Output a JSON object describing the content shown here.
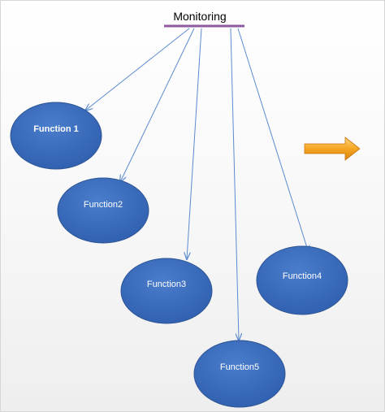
{
  "diagram": {
    "title": "Monitoring",
    "nodes": [
      {
        "id": "f1",
        "label": "Function 1"
      },
      {
        "id": "f2",
        "label": "Function2"
      },
      {
        "id": "f3",
        "label": "Function3"
      },
      {
        "id": "f4",
        "label": "Function4"
      },
      {
        "id": "f5",
        "label": "Function5"
      }
    ],
    "edges": [
      {
        "from": "Monitoring",
        "to": "f1"
      },
      {
        "from": "Monitoring",
        "to": "f2"
      },
      {
        "from": "Monitoring",
        "to": "f3"
      },
      {
        "from": "Monitoring",
        "to": "f5"
      },
      {
        "from": "Monitoring",
        "to": "f4"
      }
    ],
    "side_arrow": {
      "icon": "right-arrow-icon",
      "color": "#f5a623"
    }
  },
  "colors": {
    "node_fill": "#3d6fbf",
    "node_stroke": "#2e5594",
    "edge": "#5b8bd0",
    "title_underline": "#8f5a9e"
  }
}
